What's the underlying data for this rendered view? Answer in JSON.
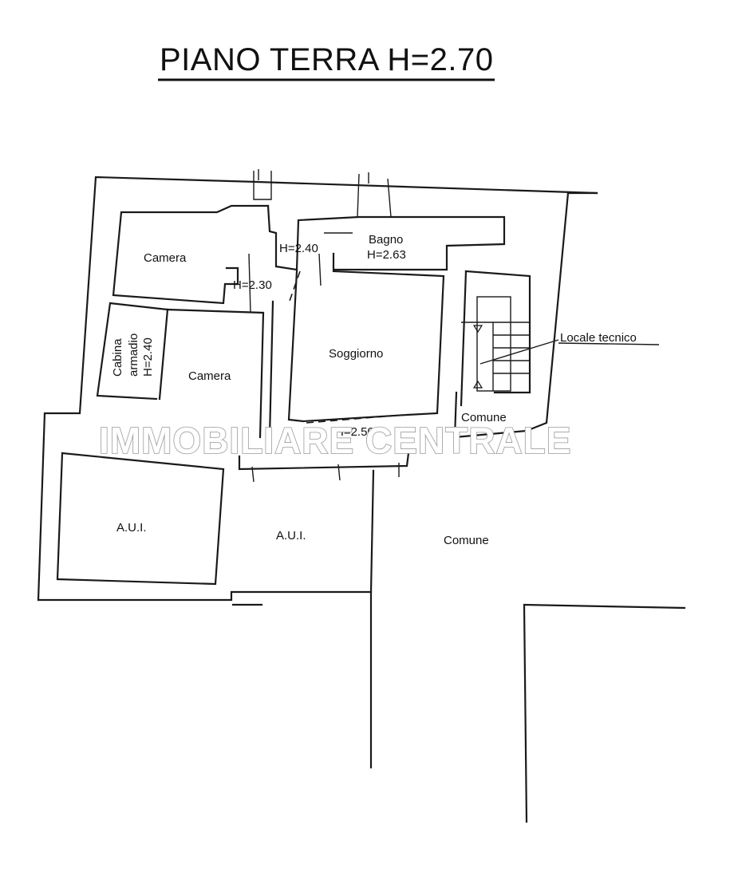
{
  "title": "PIANO TERRA H=2.70",
  "watermark": "IMMOBILIARE CENTRALE",
  "rooms": {
    "camera_top": "Camera",
    "corridor_height": "H=2.30",
    "bathroom_anteroom_height": "H=2.40",
    "bagno_name": "Bagno",
    "bagno_height": "H=2.63",
    "cabina_line1": "Cabina",
    "cabina_line2": "armadio",
    "cabina_height": "H=2.40",
    "camera_bottom": "Camera",
    "soggiorno": "Soggiorno",
    "locale_tecnico": "Locale tecnico",
    "comune_small": "Comune",
    "lower_height": "H=2.50",
    "aui_left": "A.U.I.",
    "aui_center": "A.U.I.",
    "comune_large": "Comune"
  }
}
